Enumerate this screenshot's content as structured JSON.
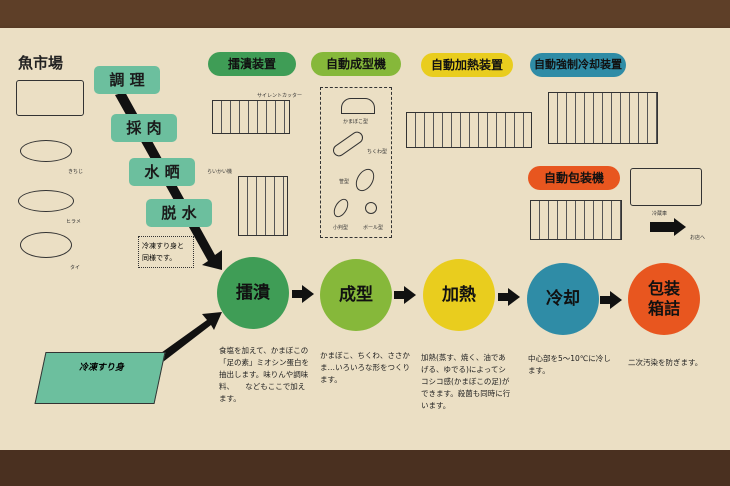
{
  "left": {
    "title": "魚市場",
    "fish": [
      "きちじ",
      "ヒラメ",
      "タイ"
    ]
  },
  "steps": [
    "調 理",
    "採 肉",
    "水 晒",
    "脱 水"
  ],
  "note": "冷凍すり身と同様です。",
  "frozen": "冷凍すり身",
  "machines": [
    {
      "label": "擂潰装置",
      "color": "#3f9d56"
    },
    {
      "label": "自動成型機",
      "color": "#86b83a"
    },
    {
      "label": "自動加熱装置",
      "color": "#e9cd1e"
    },
    {
      "label": "自動強制冷却装置",
      "color": "#2f8ca6"
    },
    {
      "label": "自動包装機",
      "color": "#e8561f"
    }
  ],
  "machine_notes": {
    "cutter": "サイレントカッター",
    "raikai": "らいかい機",
    "truck": "冷蔵車",
    "to_store": "お店へ"
  },
  "shapes": [
    "かまぼこ型",
    "ちくわ型",
    "笹型",
    "小判型",
    "ボール型"
  ],
  "process": [
    {
      "label": "擂潰",
      "color": "#3f9d56",
      "desc": "食塩を加えて、かまぼこの「足の素」ミオシン蛋白を抽出します。味りんや調味料、　　などもここで加えます。"
    },
    {
      "label": "成型",
      "color": "#86b83a",
      "desc": "かまぼこ、ちくわ、ささかま…いろいろな形をつくります。"
    },
    {
      "label": "加熱",
      "color": "#e9cd1e",
      "desc": "加熱(蒸す、焼く、油であげる、ゆでる)によってシコシコ感(かまぼこの足)ができます。殺菌も同時に行います。"
    },
    {
      "label": "冷却",
      "color": "#2f8ca6",
      "desc": "中心部を5〜10℃に冷します。"
    },
    {
      "label": "包装箱詰",
      "color": "#e8561f",
      "desc": "二次汚染を防ぎます。"
    }
  ]
}
